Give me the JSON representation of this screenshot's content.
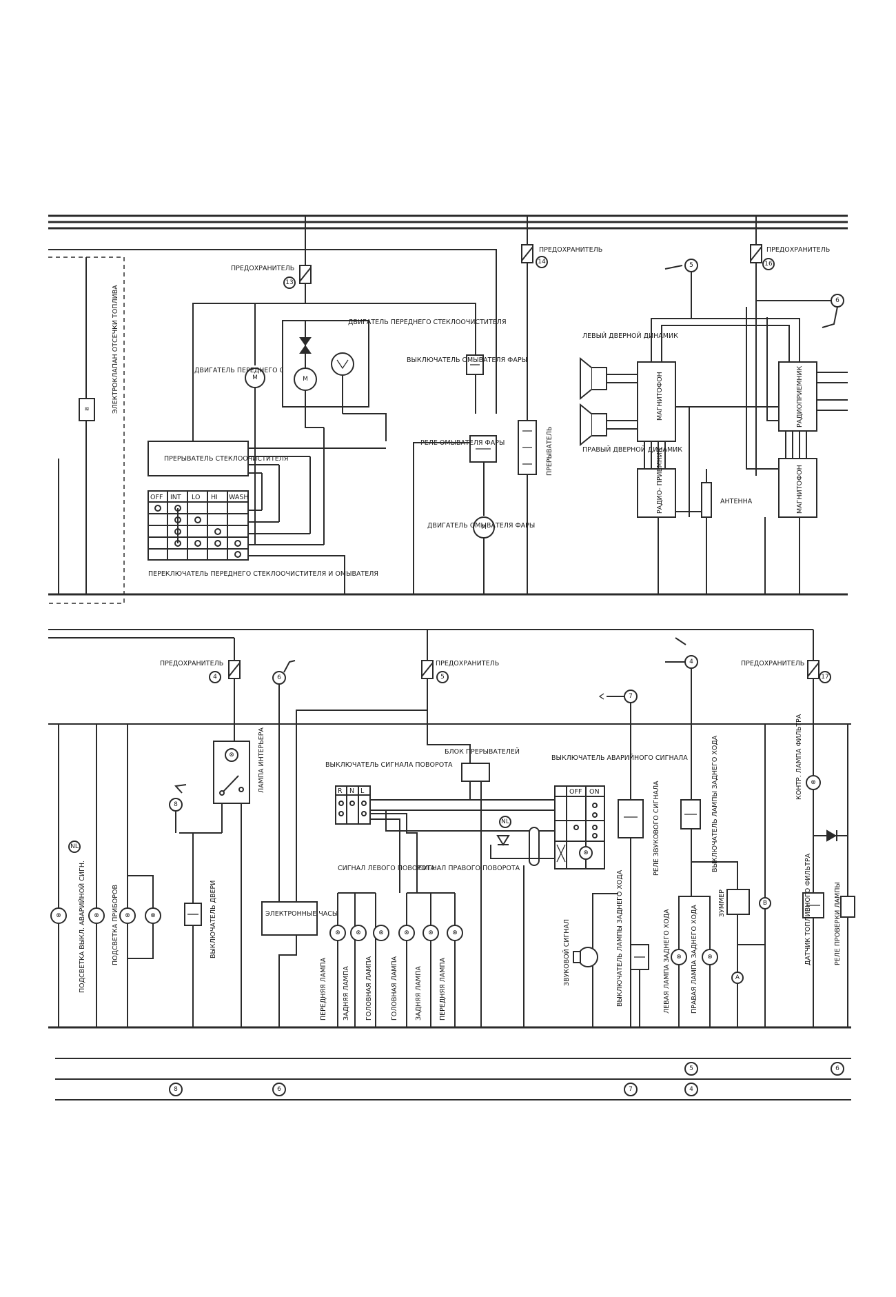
{
  "labels": {
    "fuse": "ПРЕДОХРАНИТЕЛЬ",
    "fuel_cut_valve": "ЭЛЕКТРОКЛАПАН ОТСЕЧКИ ТОПЛИВА",
    "washer_motor": "ДВИГАТЕЛЬ ПЕРЕДНЕГО ОМЫВАТЕЛЯ",
    "wiper_motor": "ДВИГАТЕЛЬ ПЕРЕДНЕГО СТЕКЛООЧИСТИТЕЛЯ",
    "headlamp_washer_switch": "ВЫКЛЮЧАТЕЛЬ ОМЫВАТЕЛЯ ФАРЫ",
    "headlamp_washer_relay": "РЕЛЕ ОМЫВАТЕЛЯ ФАРЫ",
    "headlamp_washer_motor": "ДВИГАТЕЛЬ ОМЫВАТЕЛЯ ФАРЫ",
    "wiper_interrupter": "ПРЕРЫВАТЕЛЬ СТЕКЛООЧИСТИТЕЛЯ",
    "wiper_washer_switch": "ПЕРЕКЛЮЧАТЕЛЬ ПЕРЕДНЕГО СТЕКЛООЧИСТИТЕЛЯ И ОМЫВАТЕЛЯ",
    "interrupter": "ПРЕРЫВАТЕЛЬ",
    "left_speaker": "ЛЕВЫЙ ДВЕРНОЙ ДИНАМИК",
    "right_speaker": "ПРАВЫЙ ДВЕРНОЙ ДИНАМИК",
    "tape": "МАГНИТОФОН",
    "radio": "РАДИО- ПРИЕМНИК",
    "radio_receiver": "РАДИОПРИЕМНИК",
    "antenna": "АНТЕННА",
    "interior_lamp": "ЛАМПА ИНТЕРЬЕРА",
    "door_switch": "ВЫКЛЮЧАТЕЛЬ ДВЕРИ",
    "clock": "ЭЛЕКТРОННЫЕ ЧАСЫ",
    "turn_switch": "ВЫКЛЮЧАТЕЛЬ СИГНАЛА ПОВОРОТА",
    "flasher_unit": "БЛОК ПРЕРЫВАТЕЛЕЙ",
    "hazard_switch": "ВЫКЛЮЧАТЕЛЬ АВАРИЙНОГО СИГНАЛА",
    "left_turn": "СИГНАЛ ЛЕВОГО ПОВОРОТА",
    "right_turn": "СИГНАЛ ПРАВОГО ПОВОРОТА",
    "hazard_illum": "ПОДСВЕТКА ВЫКЛ. АВАРИЙНОЙ СИГН.",
    "instrument_illum": "ПОДСВЕТКА ПРИБОРОВ",
    "front_lamp": "ПЕРЕДНЯЯ ЛАМПА",
    "rear_lamp": "ЗАДНЯЯ ЛАМПА",
    "head_lamp": "ГОЛОВНАЯ ЛАМПА",
    "horn": "ЗВУКОВОЙ СИГНАЛ",
    "horn_relay": "РЕЛЕ ЗВУКОВОГО СИГНАЛА",
    "reverse_switch_a": "ВЫКЛЮЧАТЕЛЬ ЛАМПЫ ЗАДНЕГО ХОДА",
    "reverse_switch_b": "ВЫКЛЮЧАТЕЛЬ ЛАМПЫ ЗАДНЕГО ХОДА",
    "left_reverse_lamp": "ЛЕВАЯ ЛАМПА ЗАДНЕГО ХОДА",
    "right_reverse_lamp": "ПРАВАЯ ЛАМПА ЗАДНЕГО ХОДА",
    "buzzer": "ЗУММЕР",
    "filter_lamp": "КОНТР. ЛАМПА ФИЛЬТРА",
    "fuel_filter_sensor": "ДАТЧИК ТОПЛИВНОГО ФИЛЬТРА",
    "lamp_check_relay": "РЕЛЕ ПРОВЕРКИ ЛАМПЫ"
  },
  "switch_positions": [
    "OFF",
    "INT",
    "LO",
    "HI",
    "WASH"
  ],
  "hazard_positions": [
    "OFF",
    "ON"
  ],
  "turn_positions": [
    "R",
    "N",
    "L"
  ],
  "fuse_numbers": [
    "13",
    "14",
    "16",
    "4",
    "5",
    "17"
  ],
  "connectors": {
    "c5": "5",
    "c6": "6",
    "c8": "8",
    "c7": "7",
    "c4": "4",
    "b5": "5",
    "b6": "6",
    "b8": "8",
    "b6b": "6",
    "b7": "7",
    "b4": "4"
  },
  "symbols": {
    "motor": "M",
    "lamp": "⊗",
    "ground_a": "A",
    "ground_b": "B",
    "dash_label": "NL",
    "fuse_symbol": "~",
    "valve": "≋"
  }
}
